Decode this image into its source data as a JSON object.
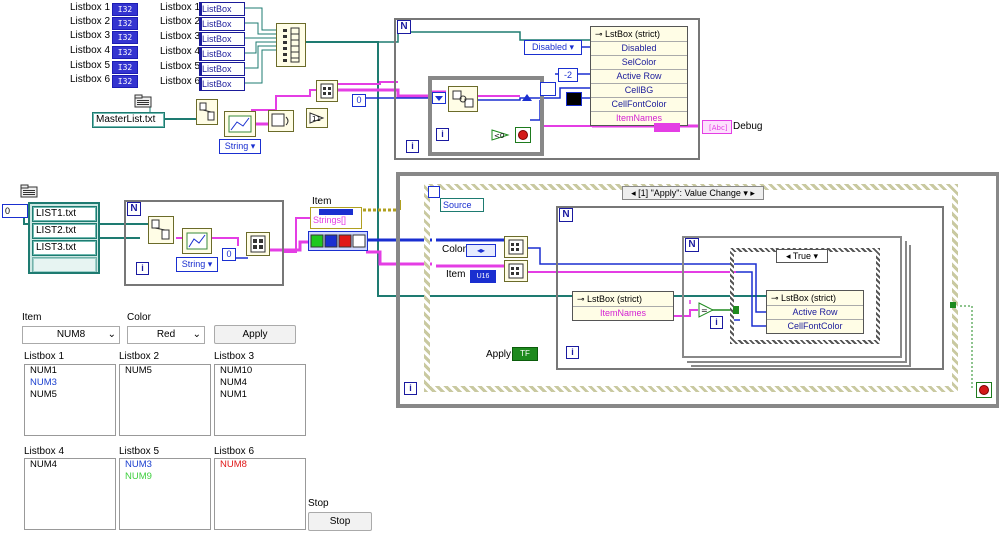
{
  "listbox_terminals": [
    "Listbox 1",
    "Listbox 2",
    "Listbox 3",
    "Listbox 4",
    "Listbox 5",
    "Listbox 6"
  ],
  "i32_label": "I32",
  "ref_labels": [
    "Listbox 1",
    "Listbox 2",
    "Listbox 3",
    "Listbox 4",
    "Listbox 5",
    "Listbox 6"
  ],
  "ref_box_text": "ListBox",
  "master_path": "MasterList.txt",
  "string_dropdown": "String",
  "index_constant_zero": "0",
  "file_list": [
    "LIST1.txt",
    "LIST2.txt",
    "LIST3.txt"
  ],
  "file_list_index": "0",
  "item_label": "Item",
  "strings_label": "Strings[]",
  "disabled_enum": "Disabled",
  "neg2_const": "-2",
  "property_node_top": {
    "title": "LstBox (strict)",
    "rows": [
      "Disabled",
      "SelColor",
      "Active Row",
      "CellBG",
      "CellFontColor",
      "ItemNames"
    ]
  },
  "debug_label": "Debug",
  "event_case": "[1] \"Apply\": Value Change",
  "source_label": "Source",
  "color_label": "Color",
  "item_label2": "Item",
  "u16_label": "U16",
  "apply_label": "Apply",
  "apply_bool_text": "TF",
  "inner_node_1": {
    "title": "LstBox (strict)",
    "rows": [
      "ItemNames"
    ]
  },
  "case_true": "True",
  "inner_node_2": {
    "title": "LstBox (strict)",
    "rows": [
      "Active Row",
      "CellFontColor"
    ]
  },
  "front_panel": {
    "item": {
      "label": "Item",
      "value": "NUM8"
    },
    "color": {
      "label": "Color",
      "value": "Red"
    },
    "apply_button": "Apply",
    "listboxes": [
      {
        "label": "Listbox 1",
        "items": [
          "NUM1",
          "NUM3",
          "NUM5"
        ]
      },
      {
        "label": "Listbox 2",
        "items": [
          "NUM5"
        ]
      },
      {
        "label": "Listbox 3",
        "items": [
          "NUM10",
          "NUM4",
          "NUM1"
        ]
      },
      {
        "label": "Listbox 4",
        "items": [
          "NUM4"
        ]
      },
      {
        "label": "Listbox 5",
        "items": [
          "NUM3",
          "NUM9"
        ]
      },
      {
        "label": "Listbox 6",
        "items": [
          "NUM8"
        ]
      }
    ],
    "stop": {
      "label": "Stop",
      "button": "Stop"
    }
  },
  "colors": {
    "wire_blue": "#1a2fd0",
    "wire_pink": "#e43ee4",
    "wire_teal": "#1e7b71",
    "wire_orange": "#b06020",
    "listbox1_highlight": "#1a3fcf",
    "listbox5_green": "#3fcf3f",
    "listbox6_red": "#e01818"
  }
}
